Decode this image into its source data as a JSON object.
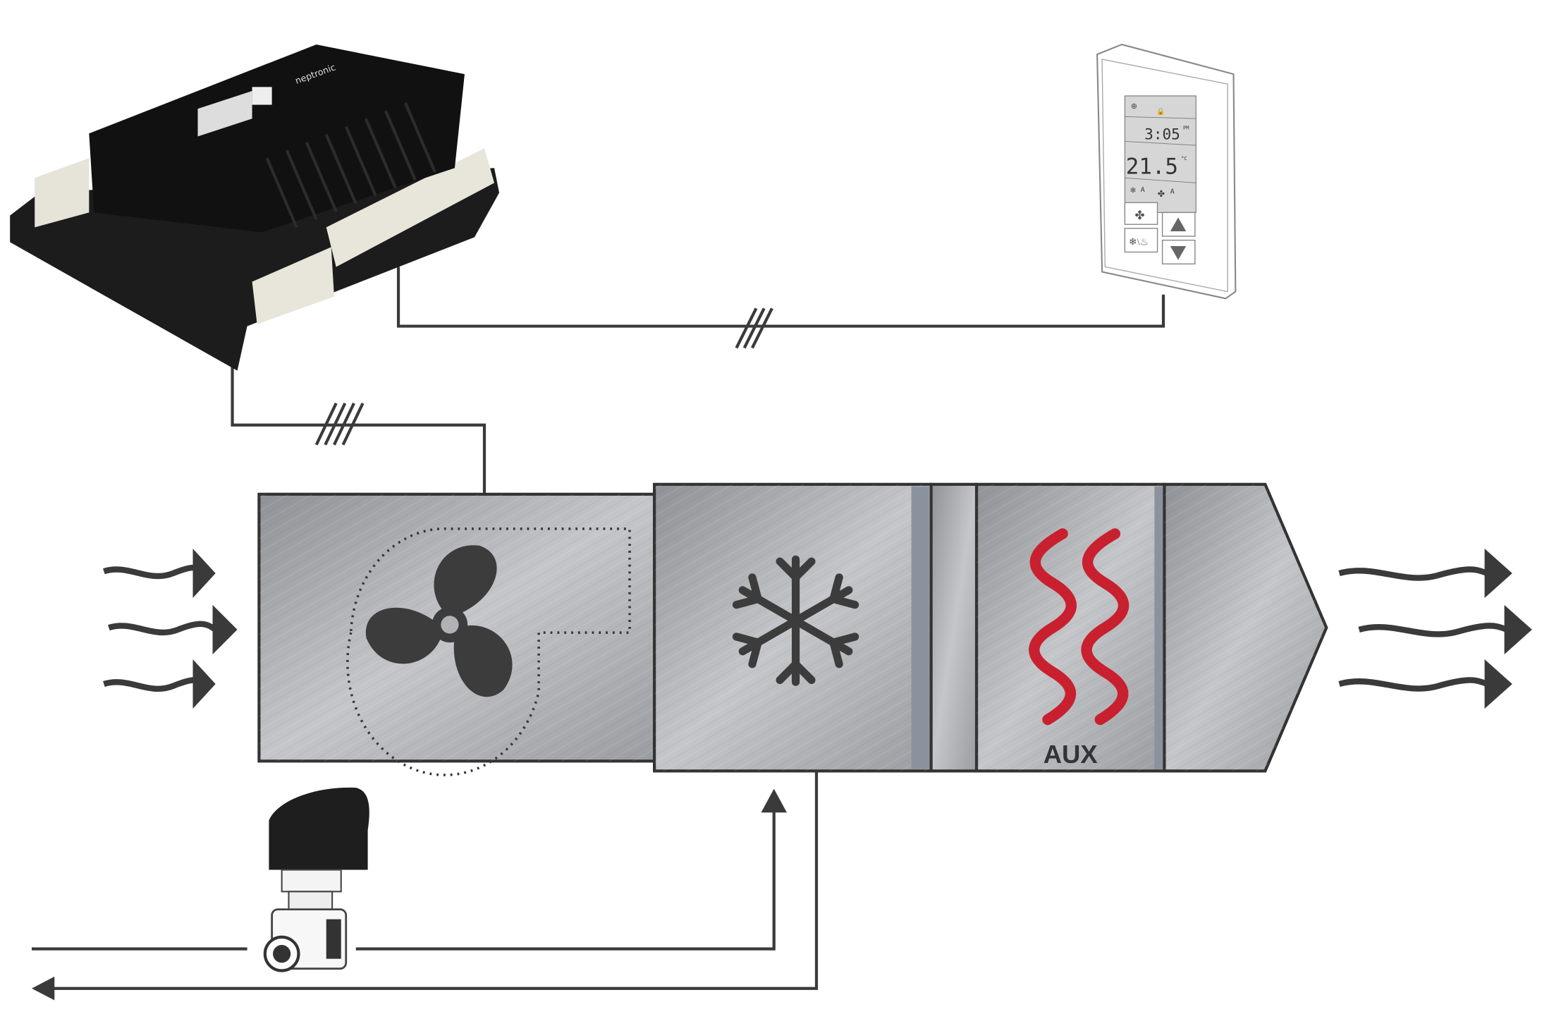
{
  "controller": {
    "brand": "neptronic"
  },
  "thermostat": {
    "time": "3:05",
    "time_suffix": "PM",
    "temperature": "21.5",
    "temperature_unit": "°C",
    "cool_mode_flag": "A",
    "fan_mode_flag": "A"
  },
  "air_handler": {
    "aux_label": "AUX"
  },
  "colors": {
    "wire": "#3a3a3a",
    "heater": "#c8202f",
    "duct": "#a9abae",
    "outline": "#333333"
  }
}
